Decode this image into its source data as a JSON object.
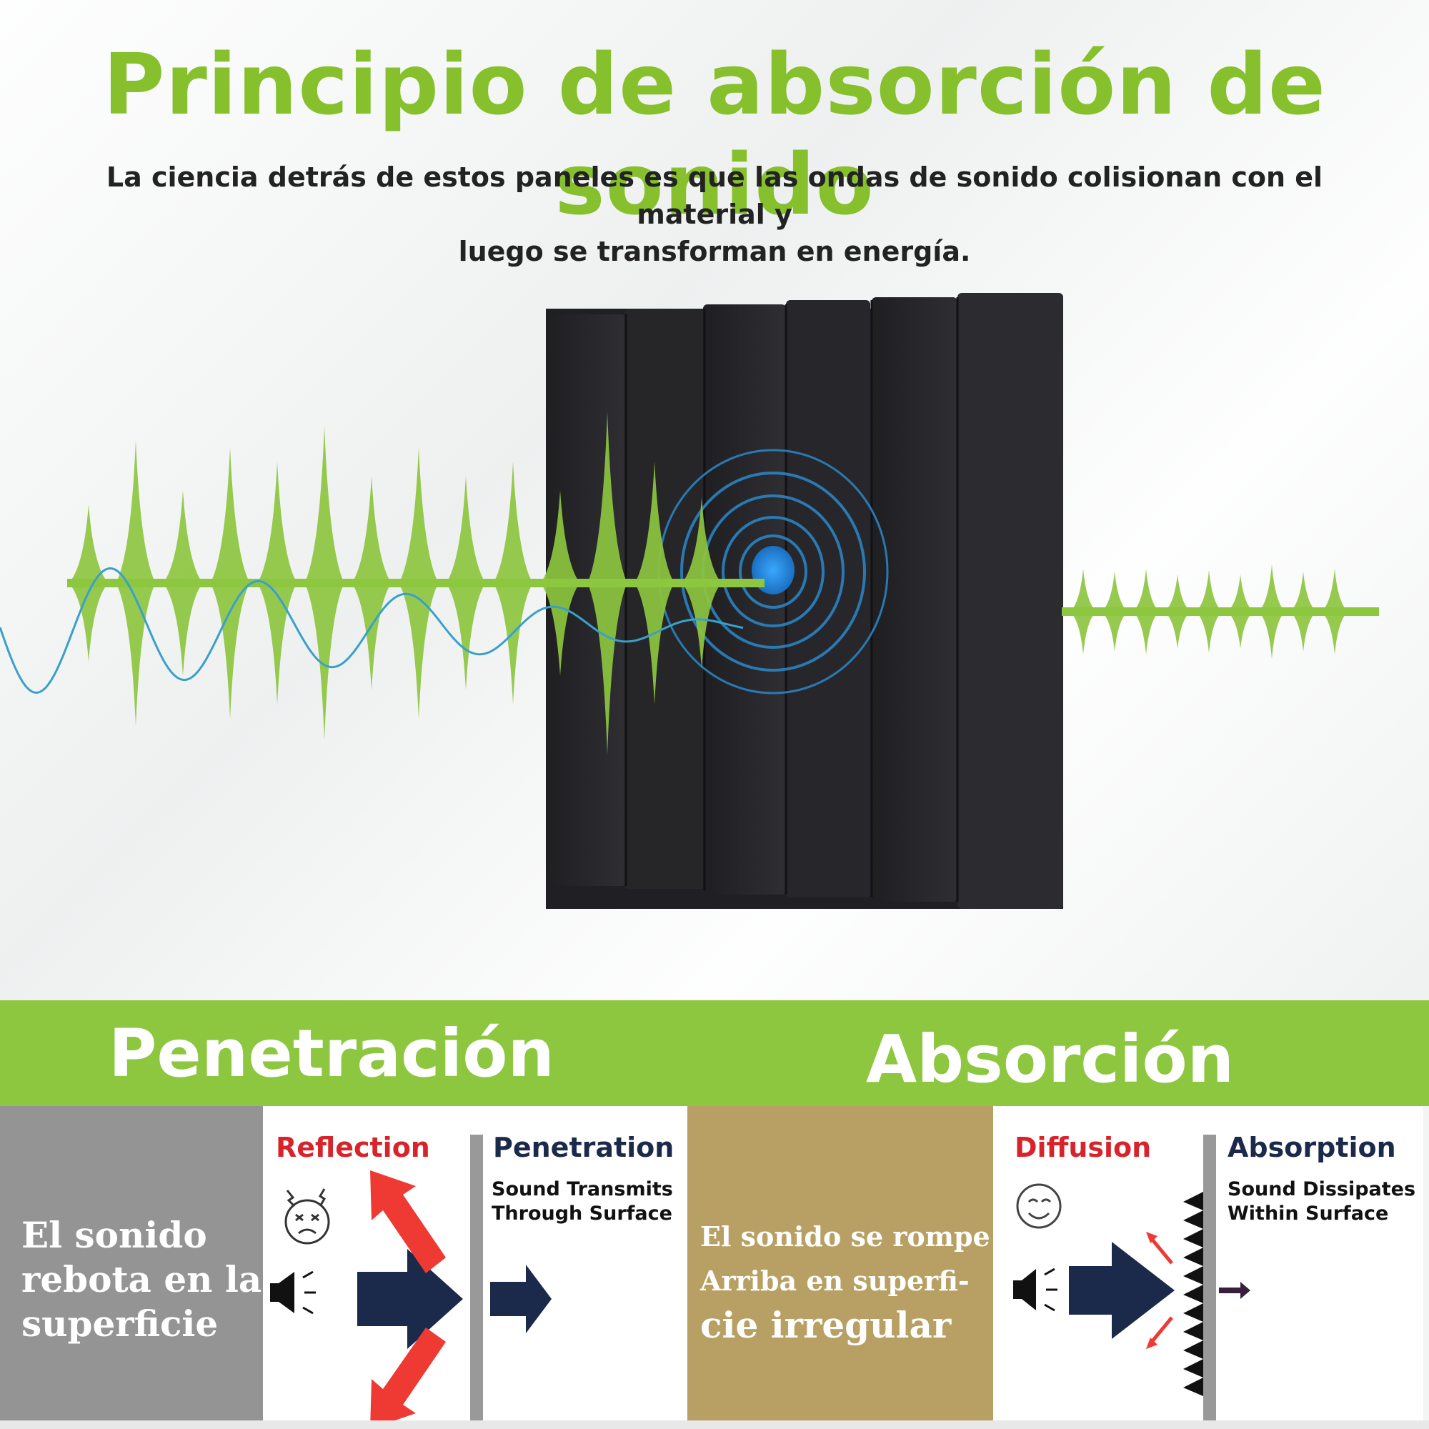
{
  "header": {
    "title": "Principio de absorción de sonido",
    "subtitle_line1": "La ciencia detrás de estos paneles es que las ondas de sonido colisionan con el material y",
    "subtitle_line2": "luego se transforman en energía."
  },
  "band": {
    "left_label": "Penetración",
    "right_label": "Absorción"
  },
  "panels": {
    "reflection_text_lines": [
      "El sonido",
      "rebota en la",
      "superficie"
    ],
    "diffusion_text_lines": [
      "El sonido se rompe",
      "Arriba en superfi-",
      "cie irregular"
    ]
  },
  "diagram_left": {
    "title_left": "Reflection",
    "title_right": "Penetration",
    "sub_line1": "Sound Transmits",
    "sub_line2": "Through Surface"
  },
  "diagram_right": {
    "title_left": "Diffusion",
    "title_right": "Absorption",
    "sub_line1": "Sound Dissipates",
    "sub_line2": "Within Surface"
  },
  "colors": {
    "accent_green": "#86c02c",
    "band_green": "#8dc63f",
    "wave_blue": "#2a8fd4",
    "reflection_red": "#d8232a",
    "navy": "#1b2a4a"
  }
}
